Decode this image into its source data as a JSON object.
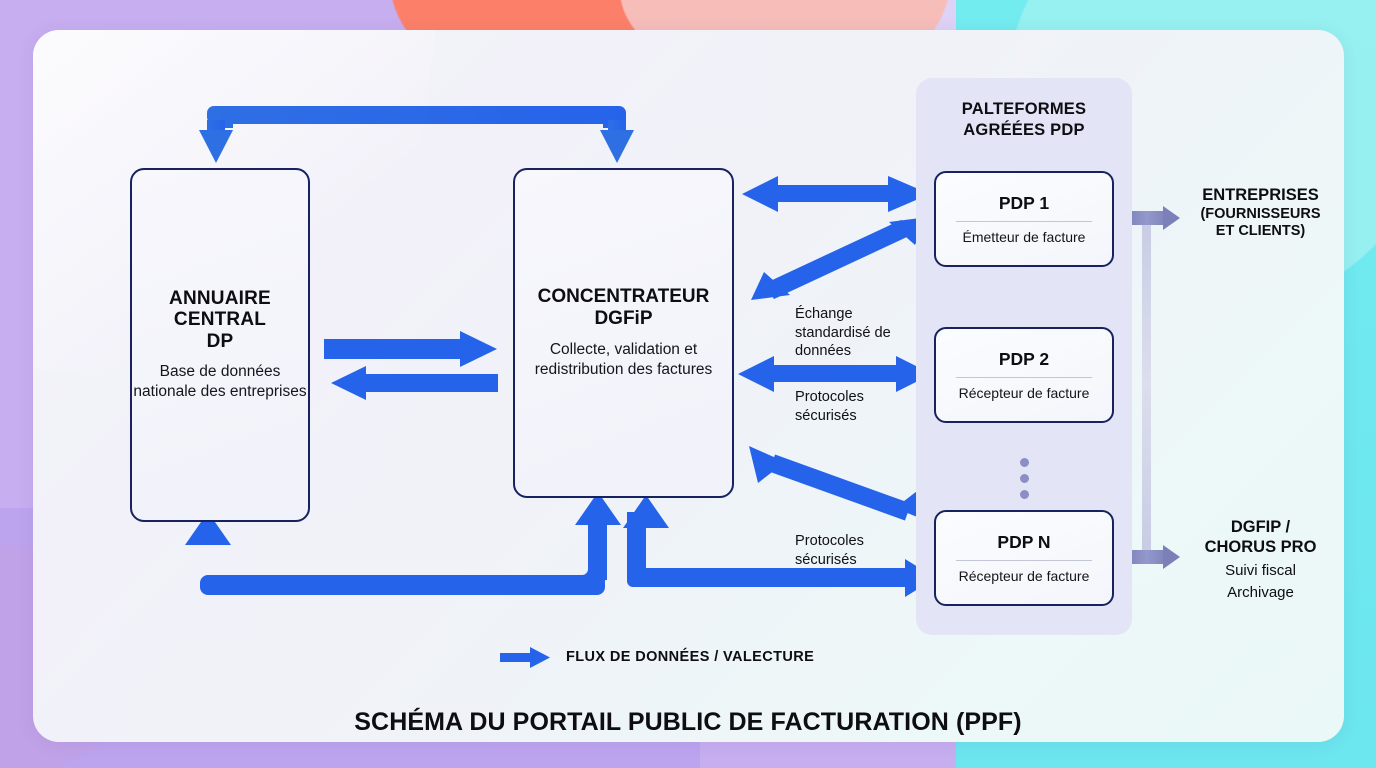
{
  "diagram": {
    "title": "SCHÉMA DU PORTAIL PUBLIC DE FACTURATION (PPF)",
    "legend": {
      "icon": "arrow-right-icon",
      "label": "FLUX DE DONNÉES / VALECTURE"
    },
    "colors": {
      "flow_arrow": "#2563eb",
      "node_border": "#17225e",
      "panel_background": "#e3e5f6",
      "external_arrow": "#7b80b8",
      "bg_purple": "#c7aef0",
      "bg_coral": "#fc8069",
      "bg_cyan": "#73ecef",
      "card": "#f2f1f9"
    }
  },
  "nodes": {
    "annuaire": {
      "title": "ANNUAIRE\nCENTRAL\nDP",
      "title_lines": [
        "ANNUAIRE",
        "CENTRAL",
        "DP"
      ],
      "subtitle": "Base de données nationale des entreprises"
    },
    "concentrateur": {
      "title_lines": [
        "CONCENTRATEUR",
        "DGFiP"
      ],
      "subtitle": "Collecte, validation et redistribution des factures"
    }
  },
  "pdp_panel": {
    "title_lines": [
      "PALTEFORMES",
      "AGRÉÉES PDP"
    ],
    "items": [
      {
        "name": "PDP 1",
        "role": "Émetteur de facture"
      },
      {
        "name": "PDP 2",
        "role": "Récepteur de facture"
      },
      {
        "name": "PDP N",
        "role": "Récepteur de facture"
      }
    ],
    "ellipsis": "vertical-dots"
  },
  "flow_labels": {
    "echange": "Échange standardisé de données",
    "protocoles_top": "Protocoles sécurisés",
    "protocoles_bottom": "Protocoles sécurisés"
  },
  "external": {
    "entreprises": {
      "line1": "ENTREPRISES",
      "line2": "(FOURNISSEURS",
      "line3": "ET CLIENTS)"
    },
    "dgfip": {
      "line1": "DGFIP /",
      "line2": "CHORUS PRO",
      "line3": "Suivi fiscal",
      "line4": "Archivage"
    }
  }
}
